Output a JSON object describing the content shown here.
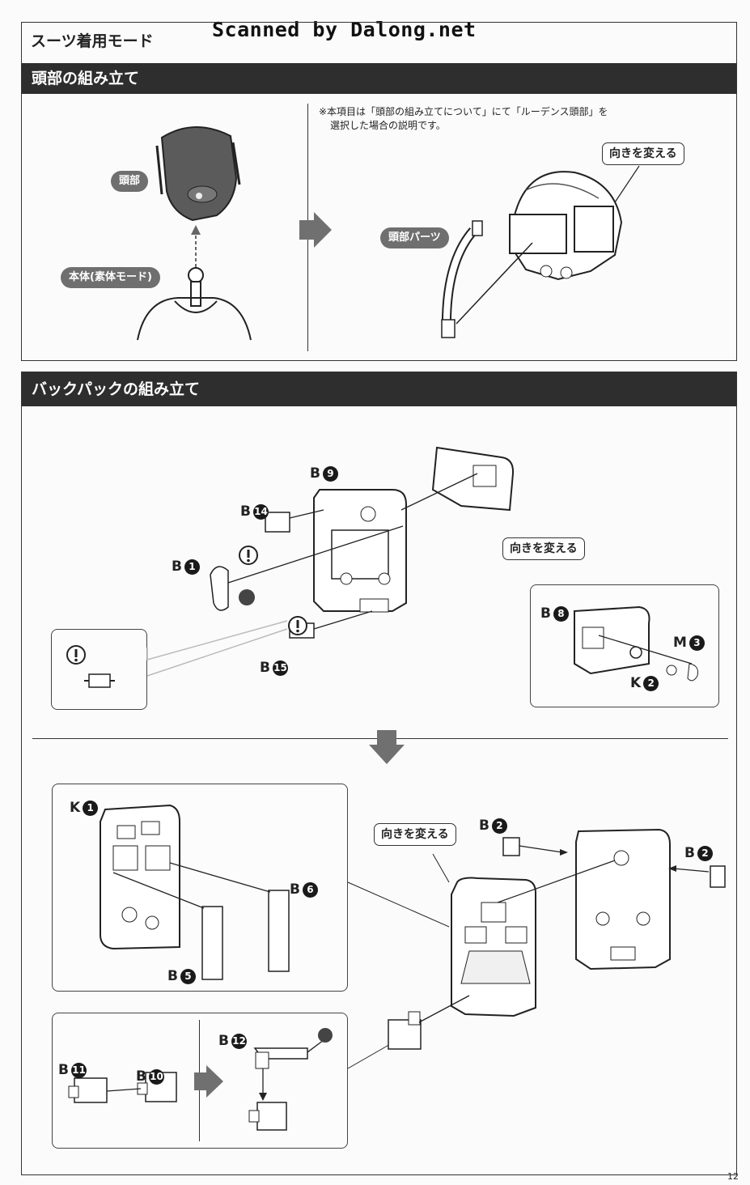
{
  "page": {
    "watermark": "Scanned by Dalong.net",
    "mode_title": "スーツ着用モード",
    "page_number": "12"
  },
  "head_section": {
    "title": "頭部の組み立て",
    "label_head": "頭部",
    "label_body": "本体(素体モード)",
    "label_head_parts": "頭部パーツ",
    "callout_turn": "向きを変える",
    "note_line1": "※本項目は「頭部の組み立てについて」にて「ルーデンス頭部」を",
    "note_line2": "選択した場合の説明です。"
  },
  "backpack_section": {
    "title": "バックパックの組み立て",
    "callout_turn_1": "向きを変える",
    "callout_turn_2": "向きを変える",
    "parts": {
      "b9": {
        "letter": "B",
        "num": "9"
      },
      "b14": {
        "letter": "B",
        "num": "14"
      },
      "b1": {
        "letter": "B",
        "num": "1"
      },
      "b15": {
        "letter": "B",
        "num": "15"
      },
      "b8": {
        "letter": "B",
        "num": "8"
      },
      "m3": {
        "letter": "M",
        "num": "3"
      },
      "k2": {
        "letter": "K",
        "num": "2"
      },
      "k1": {
        "letter": "K",
        "num": "1"
      },
      "b6": {
        "letter": "B",
        "num": "6"
      },
      "b5": {
        "letter": "B",
        "num": "5"
      },
      "b2a": {
        "letter": "B",
        "num": "2"
      },
      "b2b": {
        "letter": "B",
        "num": "2"
      },
      "b11": {
        "letter": "B",
        "num": "11"
      },
      "b10": {
        "letter": "B",
        "num": "10"
      },
      "b12": {
        "letter": "B",
        "num": "12"
      }
    }
  },
  "colors": {
    "header_bg": "#2e2e2e",
    "pill_bg": "#6f6f6f",
    "arrow_gray": "#707070"
  }
}
